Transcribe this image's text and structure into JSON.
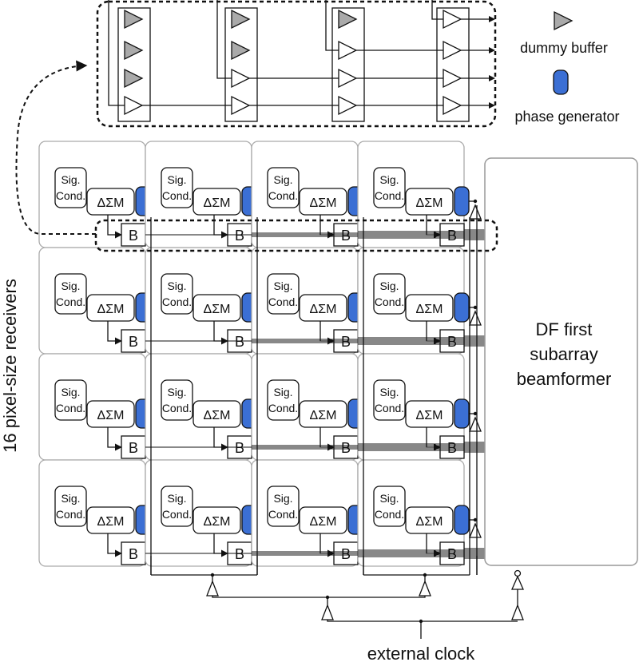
{
  "legend": {
    "dummy_buffer": "dummy buffer",
    "phase_generator": "phase generator"
  },
  "side_label": "16 pixel-size receivers",
  "beamformer_lines": [
    "DF first",
    "subarray",
    "beamformer"
  ],
  "bottom_label": "external clock",
  "cell": {
    "sig_line1": "Sig.",
    "sig_line2": "Cond.",
    "dsm": "ΔΣM",
    "buffer": "B"
  },
  "colors": {
    "phase_generator_fill": "#3b6fd4",
    "dummy_buffer_fill": "#aaaaaa",
    "line": "#111111",
    "cell_border": "#aaaaaa"
  }
}
